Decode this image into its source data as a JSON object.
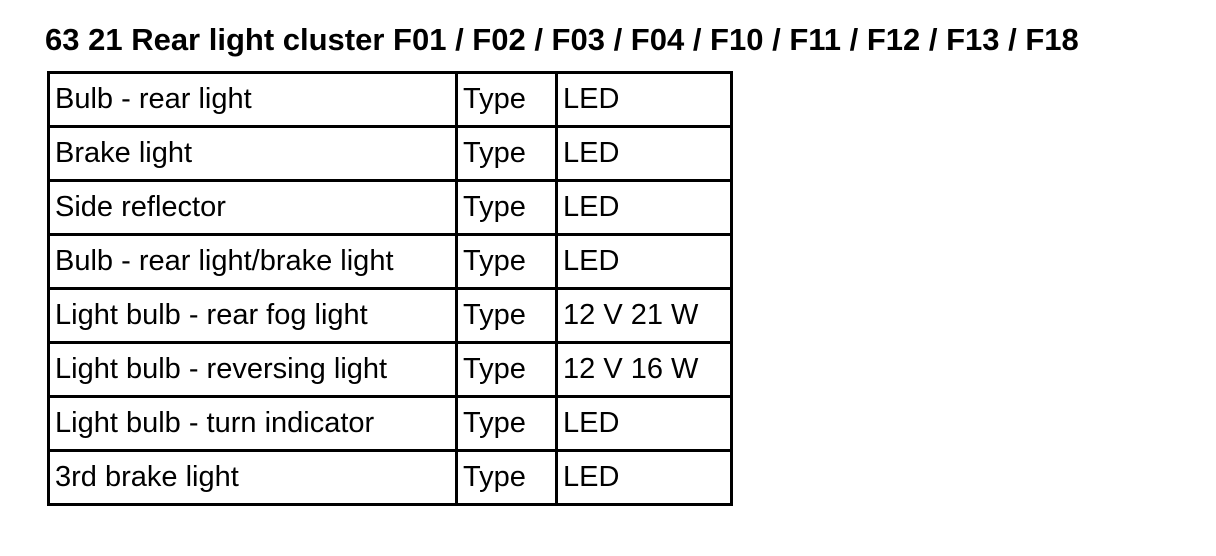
{
  "page": {
    "background_color": "#ffffff",
    "text_color": "#000000"
  },
  "title": "63 21 Rear light cluster F01 / F02 / F03 / F04 / F10 / F11 / F12 / F13 / F18",
  "table": {
    "rows": [
      {
        "label": "Bulb - rear light",
        "key": "Type",
        "value": "LED"
      },
      {
        "label": "Brake light",
        "key": "Type",
        "value": "LED"
      },
      {
        "label": "Side reflector",
        "key": "Type",
        "value": "LED"
      },
      {
        "label": "Bulb - rear light/brake light",
        "key": "Type",
        "value": "LED"
      },
      {
        "label": "Light bulb - rear fog light",
        "key": "Type",
        "value": "12 V 21 W"
      },
      {
        "label": "Light bulb - reversing light",
        "key": "Type",
        "value": "12 V 16 W"
      },
      {
        "label": "Light bulb - turn indicator",
        "key": "Type",
        "value": "LED"
      },
      {
        "label": "3rd brake light",
        "key": "Type",
        "value": "LED"
      }
    ]
  }
}
